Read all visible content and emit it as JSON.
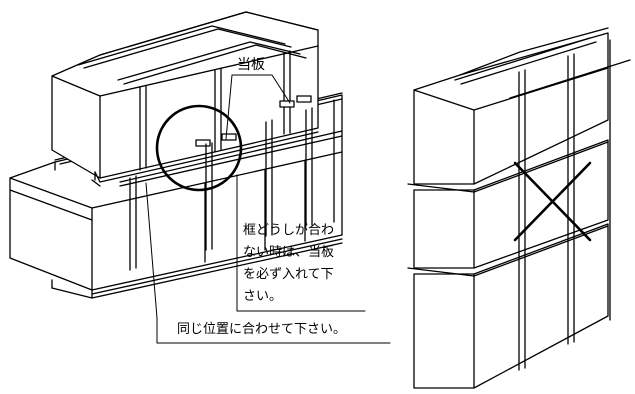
{
  "labels": {
    "board": "当板",
    "note_lines": [
      "框どうしが合わ",
      "ない時は、当板",
      "を必ず入れて下",
      "さい。"
    ],
    "same_position": "同じ位置に合わせて下さい。"
  },
  "icons": {
    "incorrect": "cross-mark-icon"
  }
}
